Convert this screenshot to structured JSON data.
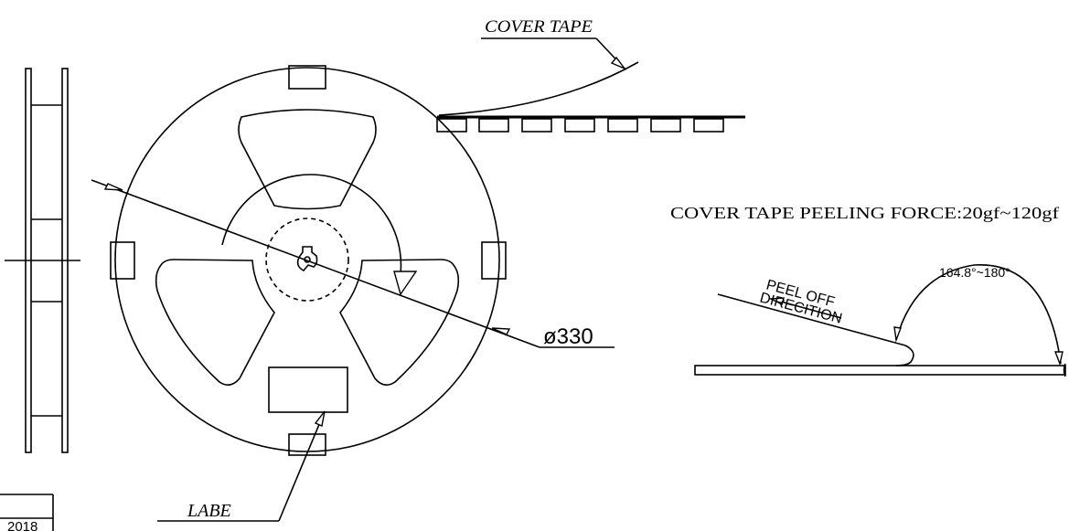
{
  "labels": {
    "cover_tape": "COVER TAPE",
    "peeling_force": "COVER TAPE PEELING FORCE:20gf~120gf",
    "peel_line1": "PEEL OFF",
    "peel_line2": "DIRECITION",
    "angle": "164.8°~180°",
    "diameter": "ø330",
    "label_callout": "LABE",
    "title_block_year": "2018"
  },
  "colors": {
    "line": "#000000",
    "background": "#ffffff"
  }
}
